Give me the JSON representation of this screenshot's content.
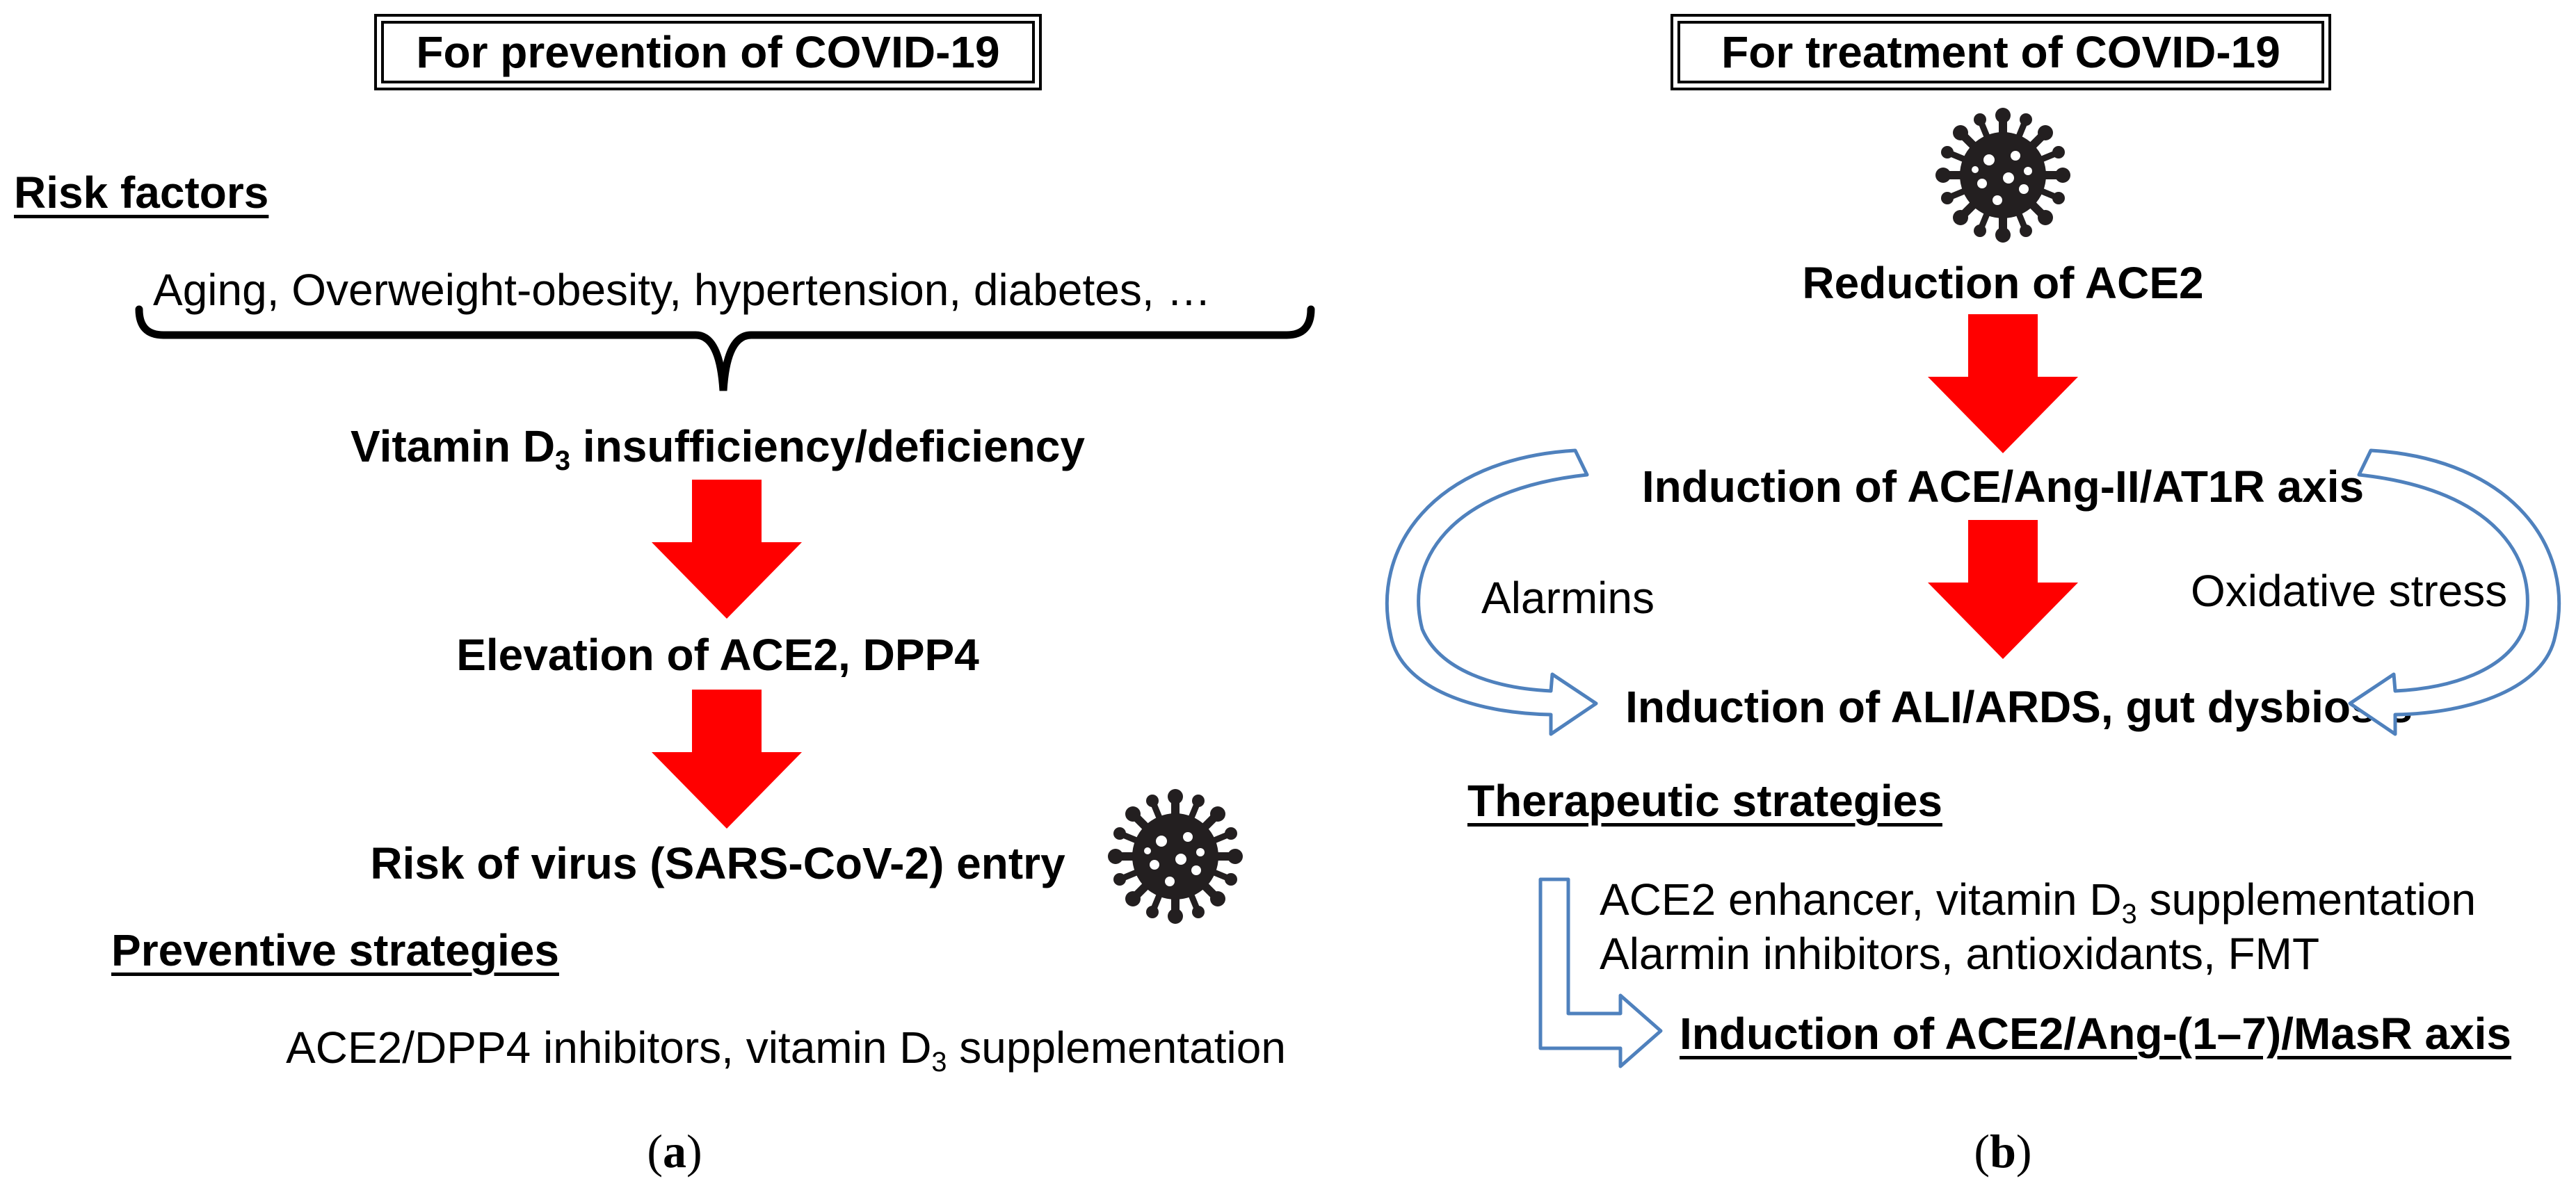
{
  "panel_a": {
    "header": "For prevention of COVID-19",
    "risk_factors_heading": "Risk factors",
    "risk_factors_list": "Aging, Overweight-obesity, hypertension, diabetes, …",
    "vitamin_prefix": "Vitamin D",
    "vitamin_sub": "3",
    "vitamin_suffix": " insufficiency/deficiency",
    "elevation": "Elevation of ACE2, DPP4",
    "risk_entry": "Risk of virus (SARS-CoV-2) entry",
    "preventive_heading": "Preventive strategies",
    "preventive_prefix": "ACE2/DPP4 inhibitors, vitamin D",
    "preventive_sub": "3",
    "preventive_suffix": " supplementation",
    "caption_open": "(",
    "caption_letter": "a",
    "caption_close": ")"
  },
  "panel_b": {
    "header": "For treatment of COVID-19",
    "reduction": "Reduction of ACE2",
    "induction_axis": "Induction of ACE/Ang-II/AT1R axis",
    "alarmins": "Alarmins",
    "oxidative": "Oxidative stress",
    "induction_ali": "Induction of ALI/ARDS, gut dysbiosis",
    "therapeutic_heading": "Therapeutic strategies",
    "line1_prefix": "ACE2 enhancer, vitamin D",
    "line1_sub": "3",
    "line1_suffix": " supplementation",
    "line2": "Alarmin inhibitors, antioxidants, FMT",
    "induction_ace2": "Induction of ACE2/Ang-(1–7)/MasR axis",
    "caption_open": "(",
    "caption_letter": "b",
    "caption_close": ")"
  },
  "colors": {
    "red_arrow": "#ff0000",
    "outline_arrow": "#4f81bd",
    "virus": "#231f20"
  },
  "icons": [
    "virus-icon",
    "red-down-arrow",
    "curved-outline-arrow",
    "bracket-arrow"
  ]
}
